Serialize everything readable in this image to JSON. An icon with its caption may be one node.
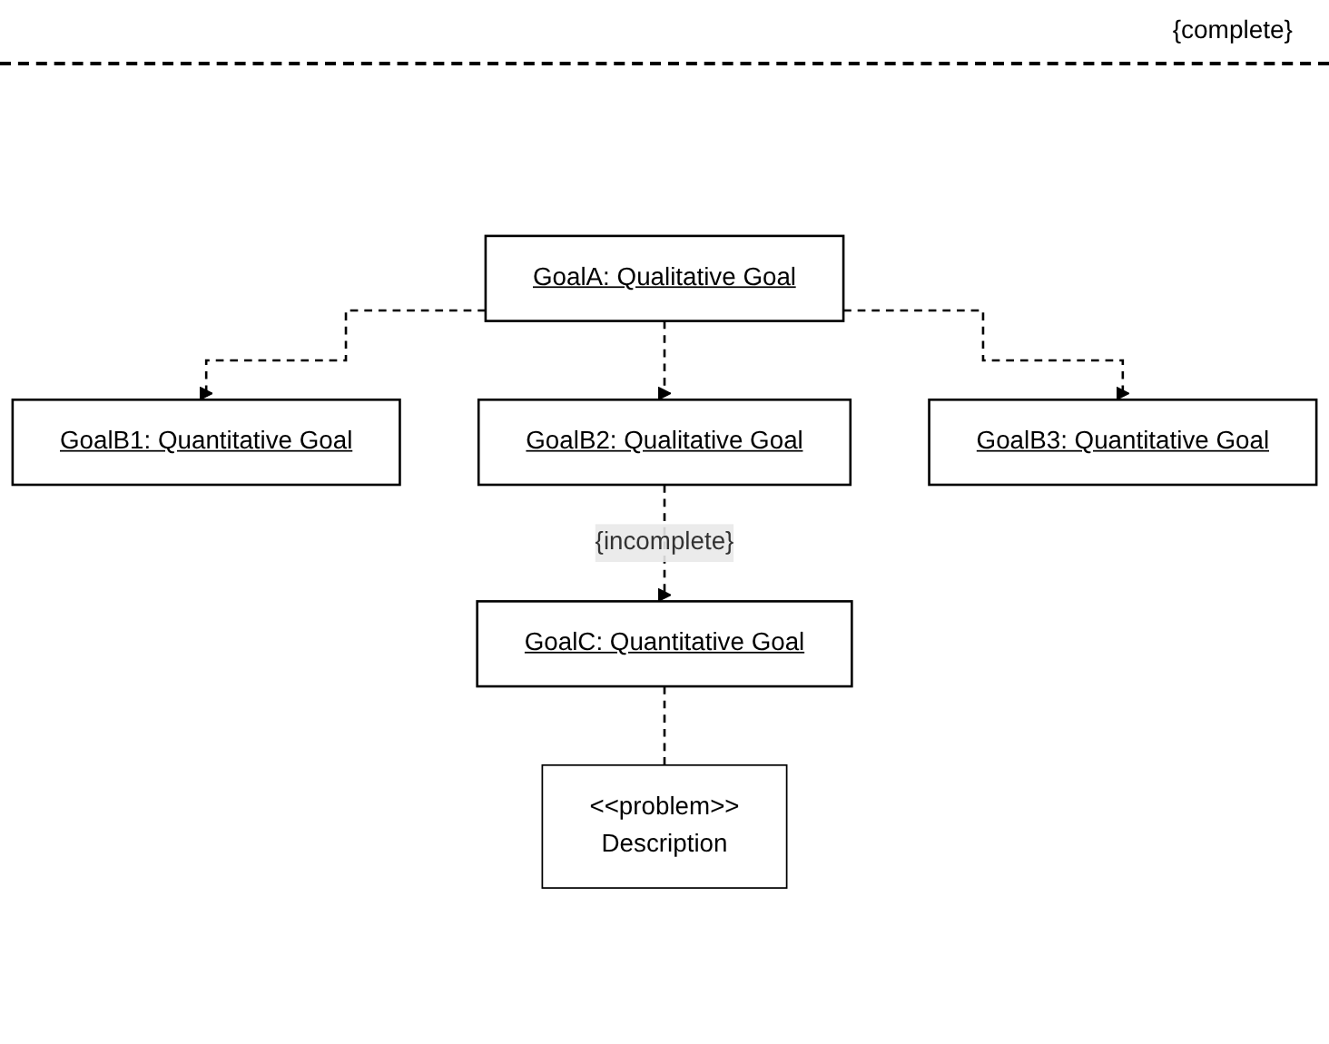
{
  "diagram": {
    "nodes": [
      {
        "text": [
          "GoalA: Qualitative Goal"
        ]
      },
      {
        "text": [
          "GoalB1: Quantitative Goal"
        ]
      },
      {
        "text": [
          "GoalB2: Qualitative Goal"
        ]
      },
      {
        "text": [
          "GoalB3: Quantitative Goal"
        ]
      },
      {
        "text": [
          "GoalC: Quantitative Goal"
        ]
      },
      {
        "text": [
          "<<problem>>",
          "Description"
        ]
      }
    ],
    "edges": [
      {
        "from": 0,
        "to": 1,
        "arrow": "to",
        "style": "dashed"
      },
      {
        "from": 0,
        "to": 2,
        "arrow": "to",
        "style": "dashed"
      },
      {
        "from": 0,
        "to": 3,
        "arrow": "to",
        "style": "dashed"
      },
      {
        "from": 2,
        "to": 4,
        "arrow": "to",
        "style": "dashed",
        "label": "{incomplete}"
      },
      {
        "from": 4,
        "to": 5,
        "arrow": "none",
        "style": "dashed"
      }
    ],
    "labels": [
      "{complete}"
    ]
  }
}
